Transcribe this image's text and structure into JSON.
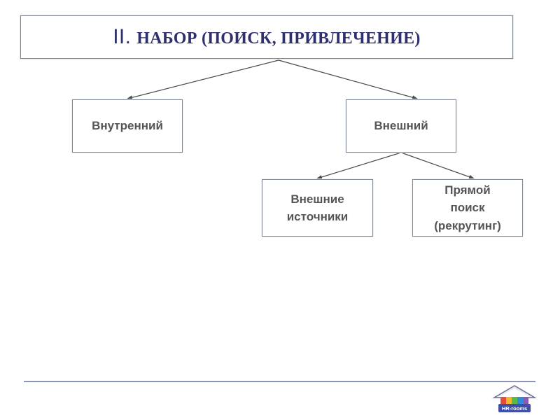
{
  "title": {
    "roman_numeral": "II.",
    "text": "НАБОР (ПОИСК, ПРИВЛЕЧЕНИЕ)"
  },
  "nodes": {
    "internal": "Внутренний",
    "external": "Внешний",
    "external_sources": "Внешние\nисточники",
    "direct_search": "Прямой\nпоиск\n(рекрутинг)"
  },
  "logo": {
    "text": "HR-rooms",
    "icon": "house-logo-icon"
  },
  "colors": {
    "title_text": "#2e2f6e",
    "node_text": "#555555",
    "border": "#7f8790",
    "bottom_rule": "#8d93b7"
  }
}
